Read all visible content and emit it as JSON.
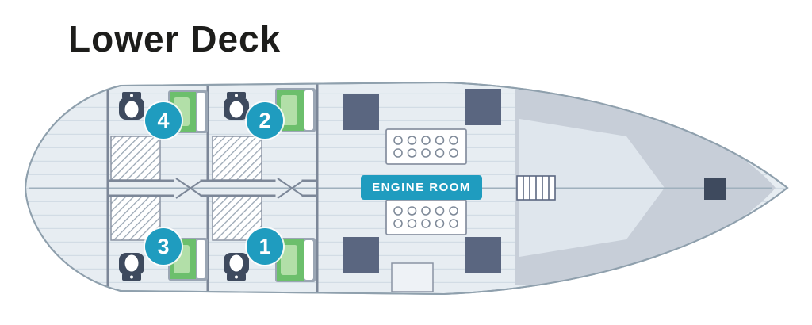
{
  "title": "Lower Deck",
  "engine_room": {
    "label": "ENGINE ROOM"
  },
  "cabins": [
    {
      "number": "1"
    },
    {
      "number": "2"
    },
    {
      "number": "3"
    },
    {
      "number": "4"
    }
  ],
  "colors": {
    "accent": "#1f9cbf",
    "bed_green": "#6cbf6c",
    "bed_green_light": "#b2dfa8",
    "slate": "#5a6680",
    "slate_dark": "#3e4a5e"
  }
}
